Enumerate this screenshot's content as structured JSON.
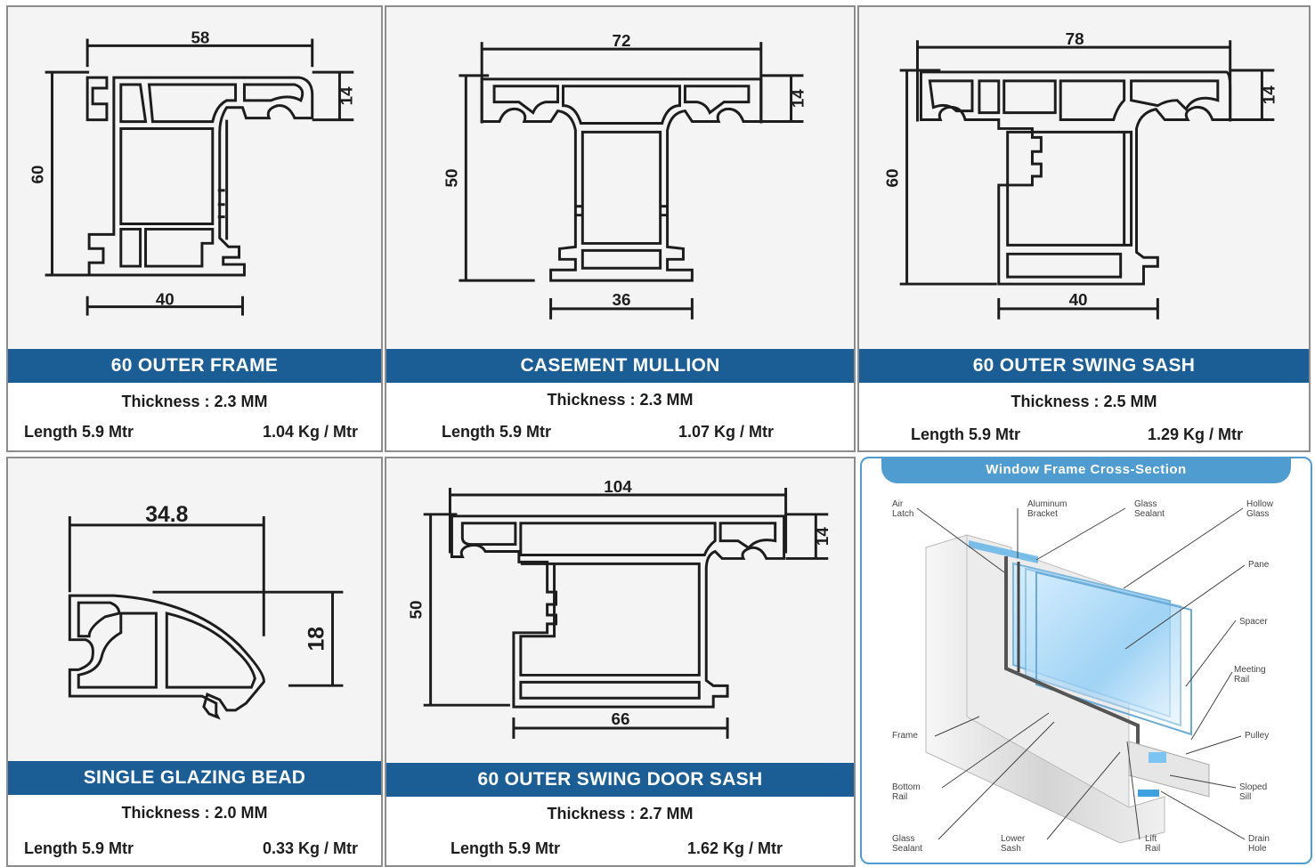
{
  "profiles": [
    {
      "title": "60 OUTER FRAME",
      "thickness": "Thickness : 2.3 MM",
      "length": "Length 5.9 Mtr",
      "weight": "1.04 Kg / Mtr",
      "dimensions": {
        "top": "58",
        "left": "60",
        "right": "14",
        "bottom": "40"
      }
    },
    {
      "title": "CASEMENT MULLION",
      "thickness": "Thickness : 2.3 MM",
      "length": "Length 5.9 Mtr",
      "weight": "1.07 Kg / Mtr",
      "dimensions": {
        "top": "72",
        "left": "50",
        "right": "14",
        "bottom": "36"
      }
    },
    {
      "title": "60 OUTER SWING SASH",
      "thickness": "Thickness : 2.5 MM",
      "length": "Length 5.9 Mtr",
      "weight": "1.29 Kg / Mtr",
      "dimensions": {
        "top": "78",
        "left": "60",
        "right": "14",
        "bottom": "40"
      }
    },
    {
      "title": "SINGLE GLAZING BEAD",
      "thickness": "Thickness : 2.0 MM",
      "length": "Length 5.9 Mtr",
      "weight": "0.33 Kg / Mtr",
      "dimensions": {
        "top": "34.8",
        "right": "18"
      }
    },
    {
      "title": "60 OUTER SWING DOOR SASH",
      "thickness": "Thickness : 2.7 MM",
      "length": "Length 5.9 Mtr",
      "weight": "1.62 Kg / Mtr",
      "dimensions": {
        "top": "104",
        "left": "50",
        "right": "14",
        "bottom": "66"
      }
    }
  ],
  "cross_section": {
    "title": "Window Frame Cross-Section",
    "labels": {
      "air_latch": "Air\nLatch",
      "aluminum_bracket": "Aluminum\nBracket",
      "glass_sealant_top": "Glass\nSealant",
      "hollow_glass": "Hollow\nGlass",
      "pane": "Pane",
      "spacer": "Spacer",
      "meeting_rail": "Meeting\nRail",
      "pulley": "Pulley",
      "sloped_sill": "Sloped\nSill",
      "drain_hole": "Drain\nHole",
      "lift_rail": "Lift\nRail",
      "lower_sash": "Lower\nSash",
      "glass_sealant_bottom": "Glass\nSealant",
      "bottom_rail": "Bottom\nRail",
      "frame": "Frame"
    }
  },
  "colors": {
    "title_bar": "#1b5e96",
    "panel_accent": "#4f9cd0",
    "line": "#1d1d1d"
  }
}
